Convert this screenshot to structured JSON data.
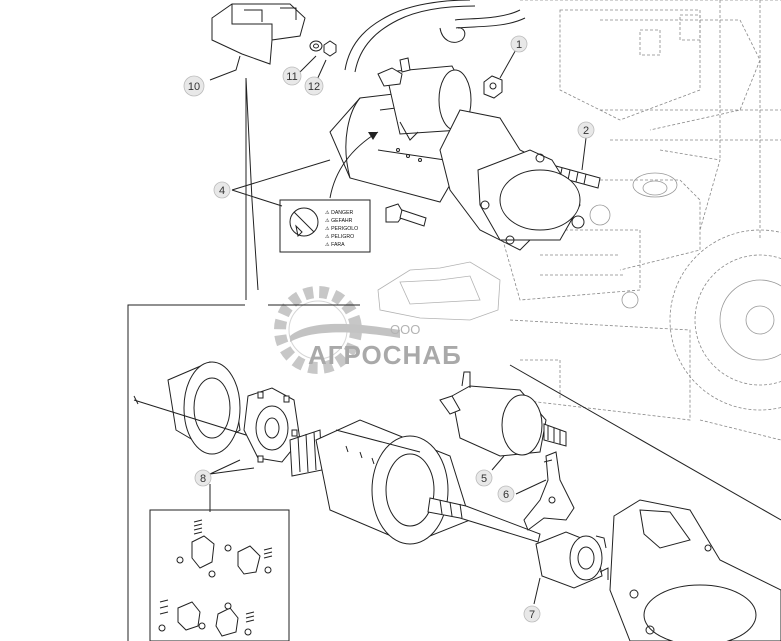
{
  "callouts": [
    {
      "id": "1",
      "label": "1"
    },
    {
      "id": "2",
      "label": "2"
    },
    {
      "id": "4",
      "label": "4"
    },
    {
      "id": "5",
      "label": "5"
    },
    {
      "id": "6",
      "label": "6"
    },
    {
      "id": "7",
      "label": "7"
    },
    {
      "id": "8",
      "label": "8"
    },
    {
      "id": "10",
      "label": "10"
    },
    {
      "id": "11",
      "label": "11"
    },
    {
      "id": "12",
      "label": "12"
    }
  ],
  "warning_label": {
    "lines": [
      "⚠ DANGER",
      "⚠ GEFAHR",
      "⚠ PERIGOLO",
      "⚠ PELIGRO",
      "⚠ FARA"
    ]
  },
  "watermark": {
    "small": "ООО",
    "brand": "АГРОСНАБ",
    "colors": {
      "gear": "#b5b5b5",
      "text": "#8d8d8d"
    }
  },
  "colors": {
    "line": "#222222",
    "engine": "#888888",
    "callout_fill": "#e8e8e8"
  }
}
